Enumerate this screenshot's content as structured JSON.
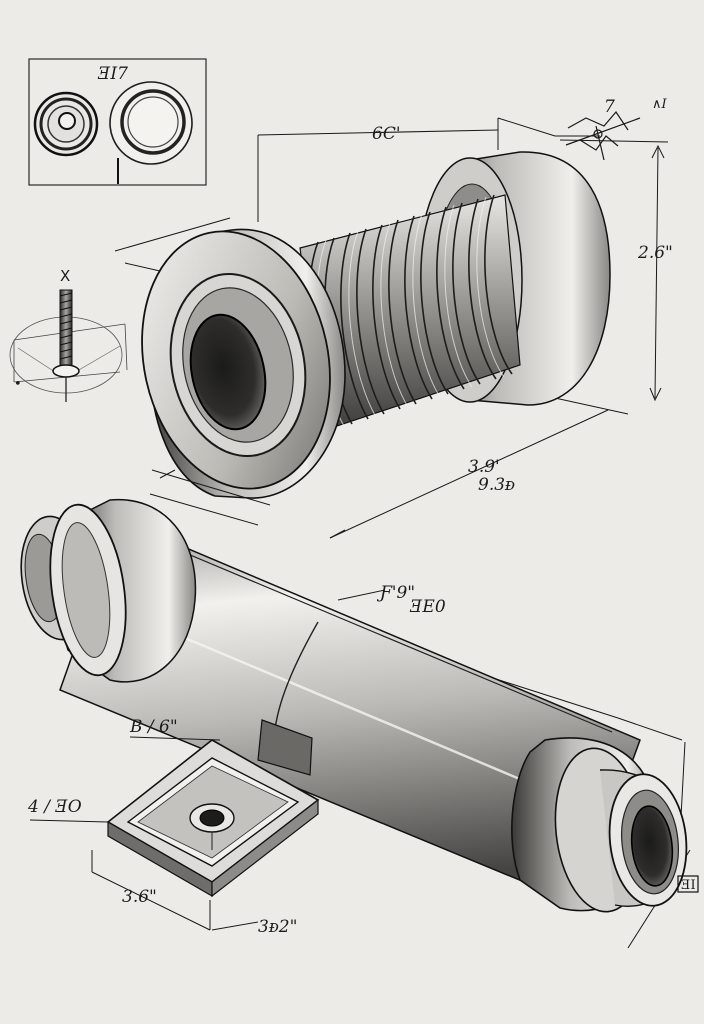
{
  "diagram": {
    "labels": {
      "detail_box": "ƎI7",
      "screw": "X",
      "top_length": "6C'",
      "top_height": "2.6\"",
      "corner_note": "7",
      "corner_note_b": "∧I",
      "diag_a": "3.9'",
      "diag_b": "9.3ᴆ",
      "tube_a": "Ƒ'9\"",
      "tube_b": "ƎE0",
      "bracket_top": "B / 6\"",
      "bracket_left": "4 / ƎO",
      "bracket_bottom_a": "3.6\"",
      "bracket_bottom_b": "3ᴆ2\"",
      "end_box": "ƎI"
    }
  }
}
